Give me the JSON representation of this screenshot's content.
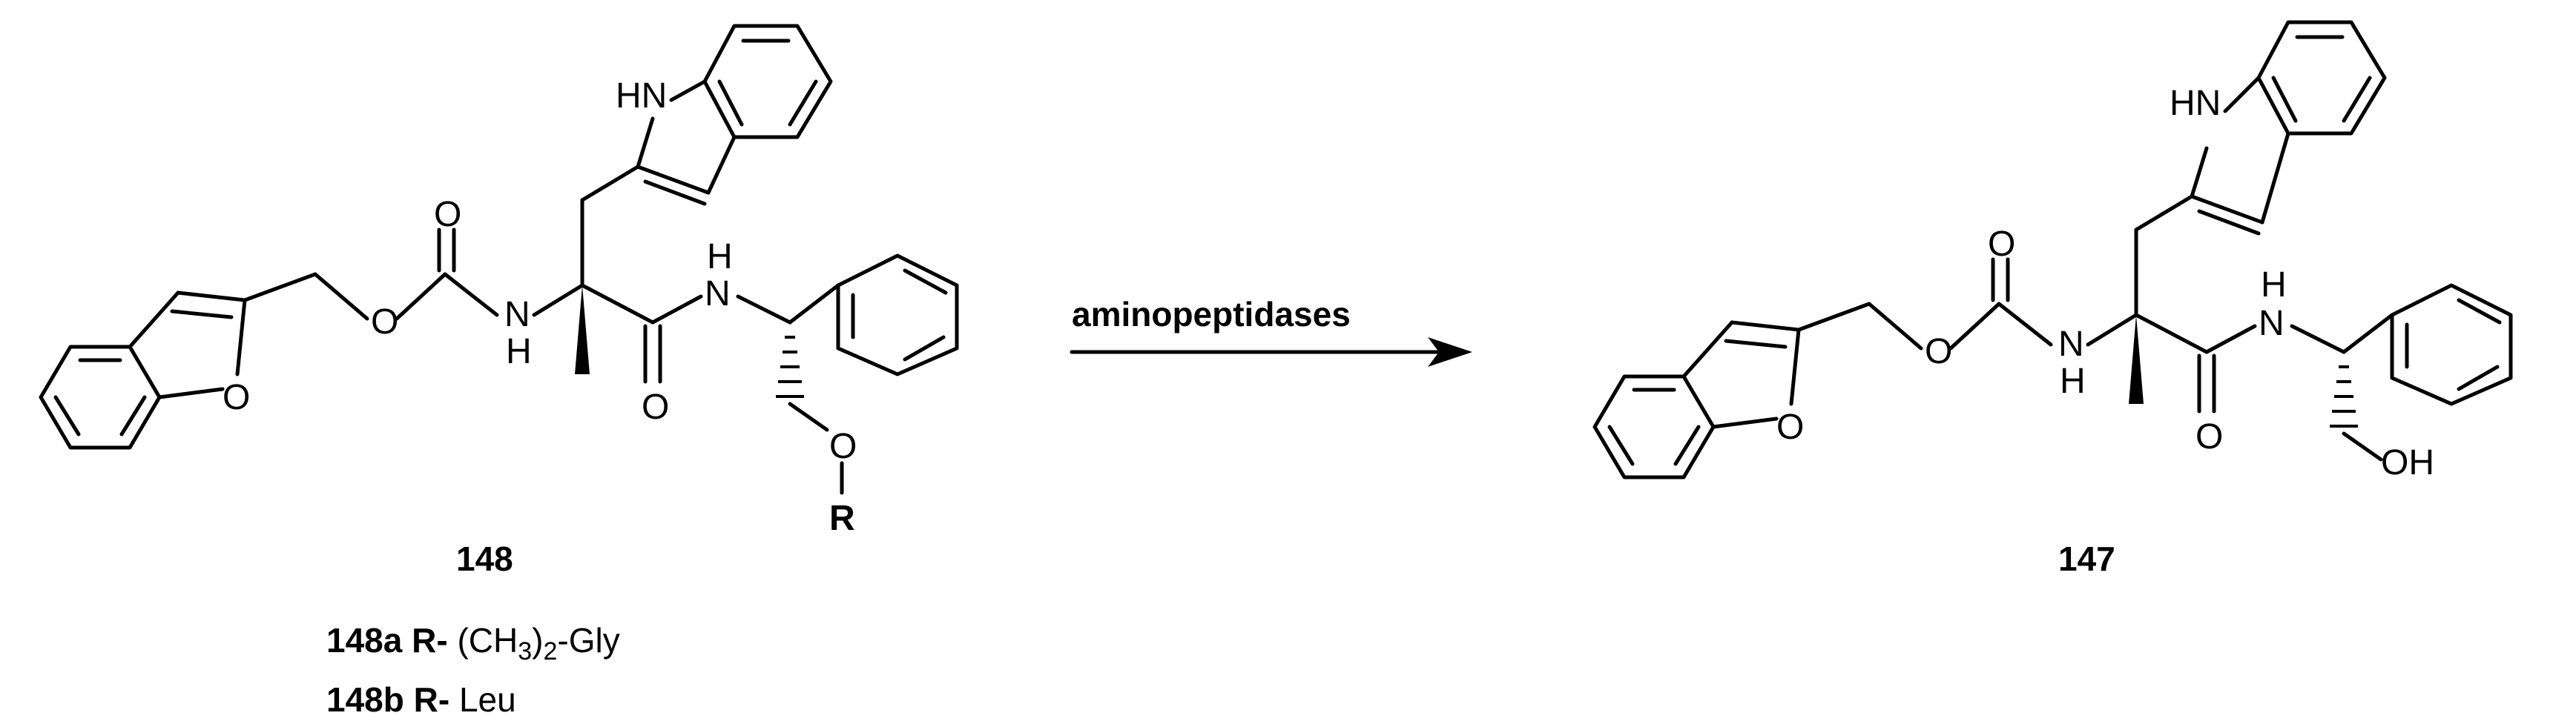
{
  "reaction": {
    "arrow_label": "aminopeptidases",
    "reactant": {
      "compound_number": "148",
      "atoms": {
        "nh_indole": "HN",
        "carbonyl_o": "O",
        "ester_o": "O",
        "furan_o": "O",
        "carbamate_n": "N",
        "carbamate_h": "H",
        "amide_n": "N",
        "amide_h": "H",
        "amide_o": "O",
        "ether_o": "O",
        "r_group": "R"
      },
      "variants": [
        {
          "id": "148a",
          "r_label": "R-",
          "sub_main": "(CH",
          "sub_digit": "3",
          "sub_close": ")",
          "sub_digit2": "2",
          "sub_tail": "-Gly"
        },
        {
          "id": "148b",
          "r_label": "R-",
          "substituent": "Leu"
        }
      ]
    },
    "product": {
      "compound_number": "147",
      "atoms": {
        "nh_indole": "HN",
        "carbonyl_o": "O",
        "ester_o": "O",
        "furan_o": "O",
        "carbamate_n": "N",
        "carbamate_h": "H",
        "amide_n": "N",
        "amide_h": "H",
        "amide_o": "O",
        "hydroxyl": "OH"
      }
    }
  }
}
